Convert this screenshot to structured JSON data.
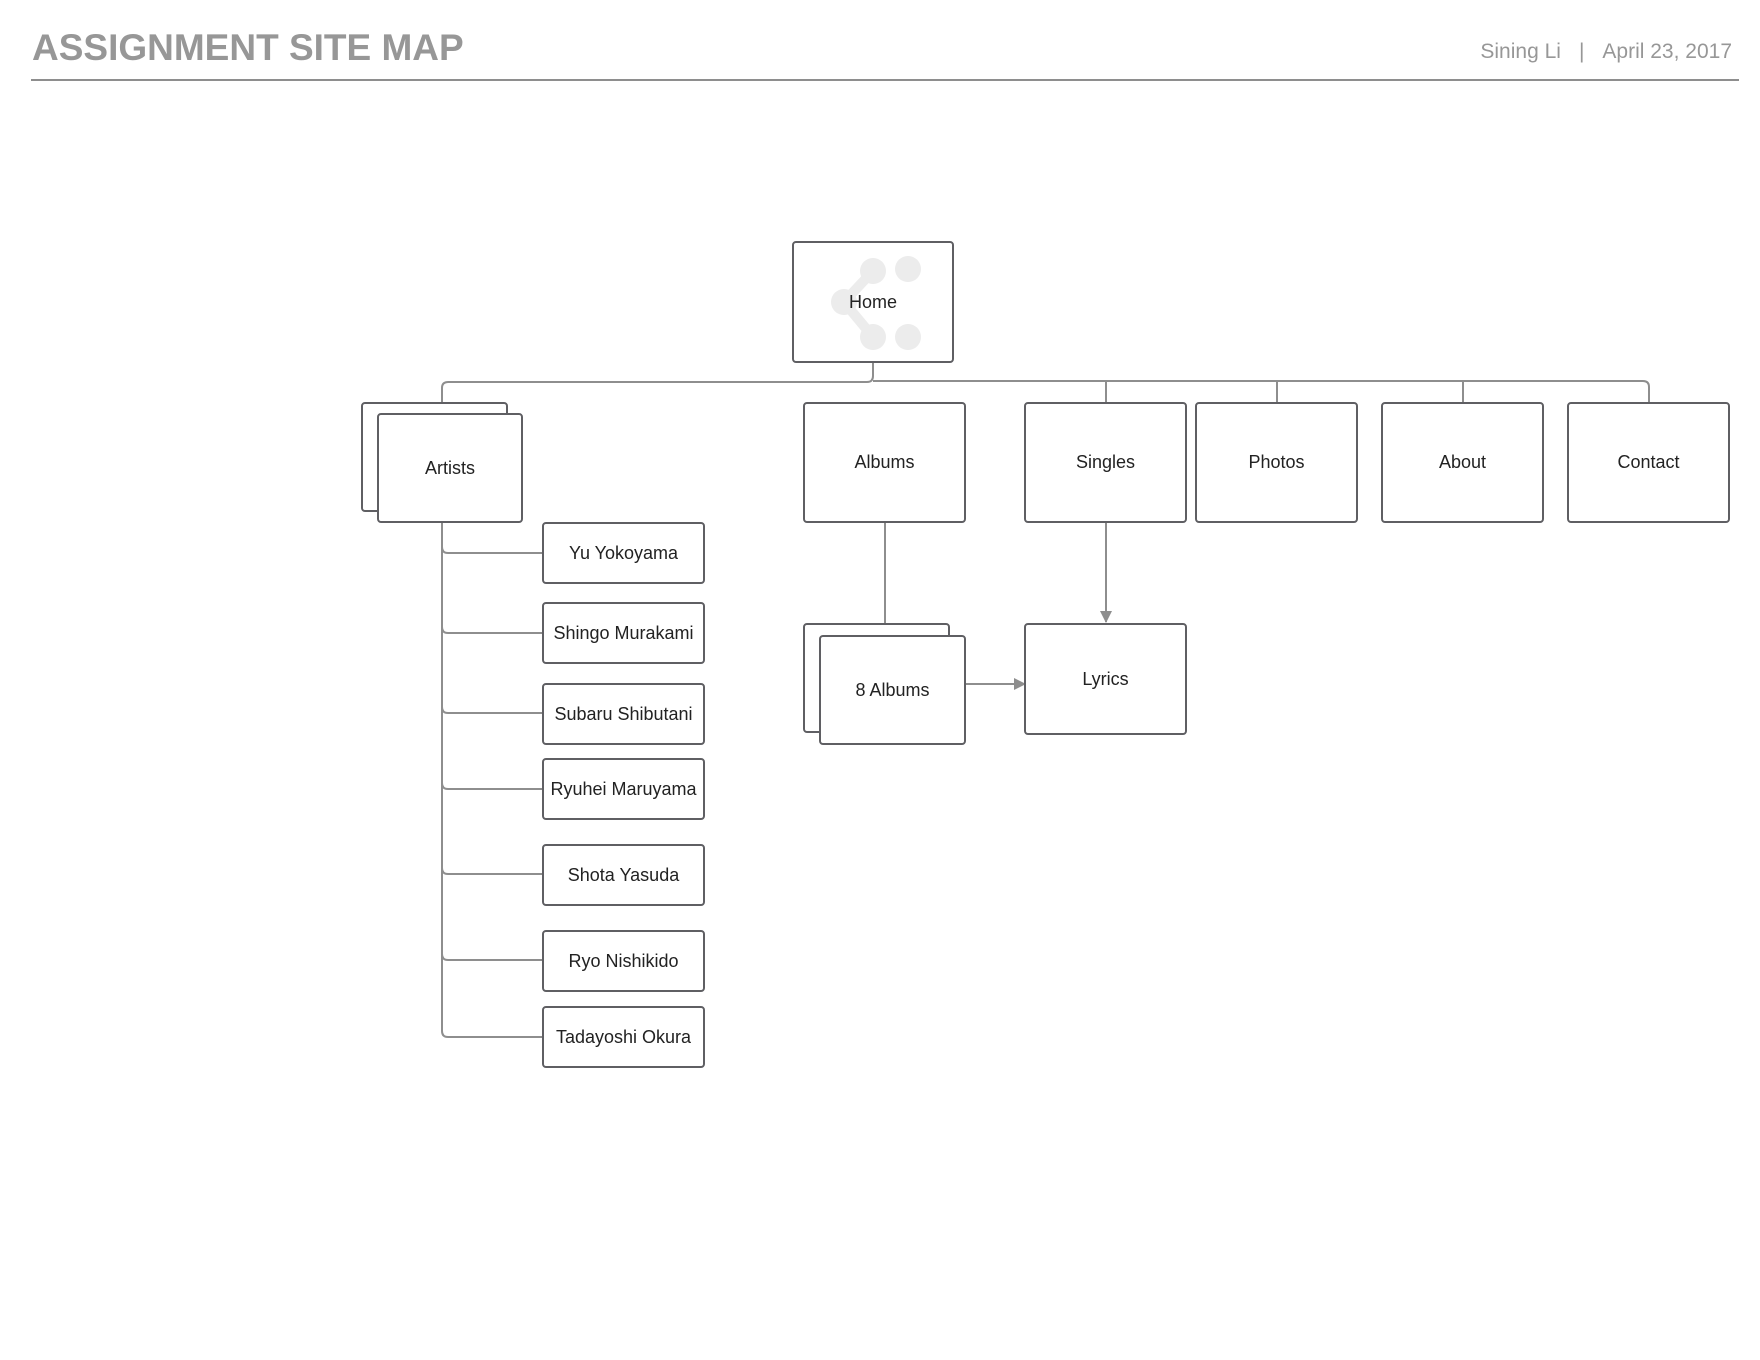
{
  "header": {
    "title": "ASSIGNMENT SITE MAP",
    "author": "Sining Li",
    "separator": "|",
    "date": "April 23, 2017"
  },
  "nodes": {
    "home": "Home",
    "artists": "Artists",
    "albums": "Albums",
    "singles": "Singles",
    "photos": "Photos",
    "about": "About",
    "contact": "Contact",
    "eight_albums": "8 Albums",
    "lyrics": "Lyrics",
    "artist_list": [
      "Yu Yokoyama",
      "Shingo Murakami",
      "Subaru Shibutani",
      "Ryuhei Maruyama",
      "Shota Yasuda",
      "Ryo Nishikido",
      "Tadayoshi Okura"
    ]
  },
  "colors": {
    "line": "#8e8e8e",
    "border": "#5f5f63",
    "header_text": "#979797",
    "node_text": "#222222"
  }
}
